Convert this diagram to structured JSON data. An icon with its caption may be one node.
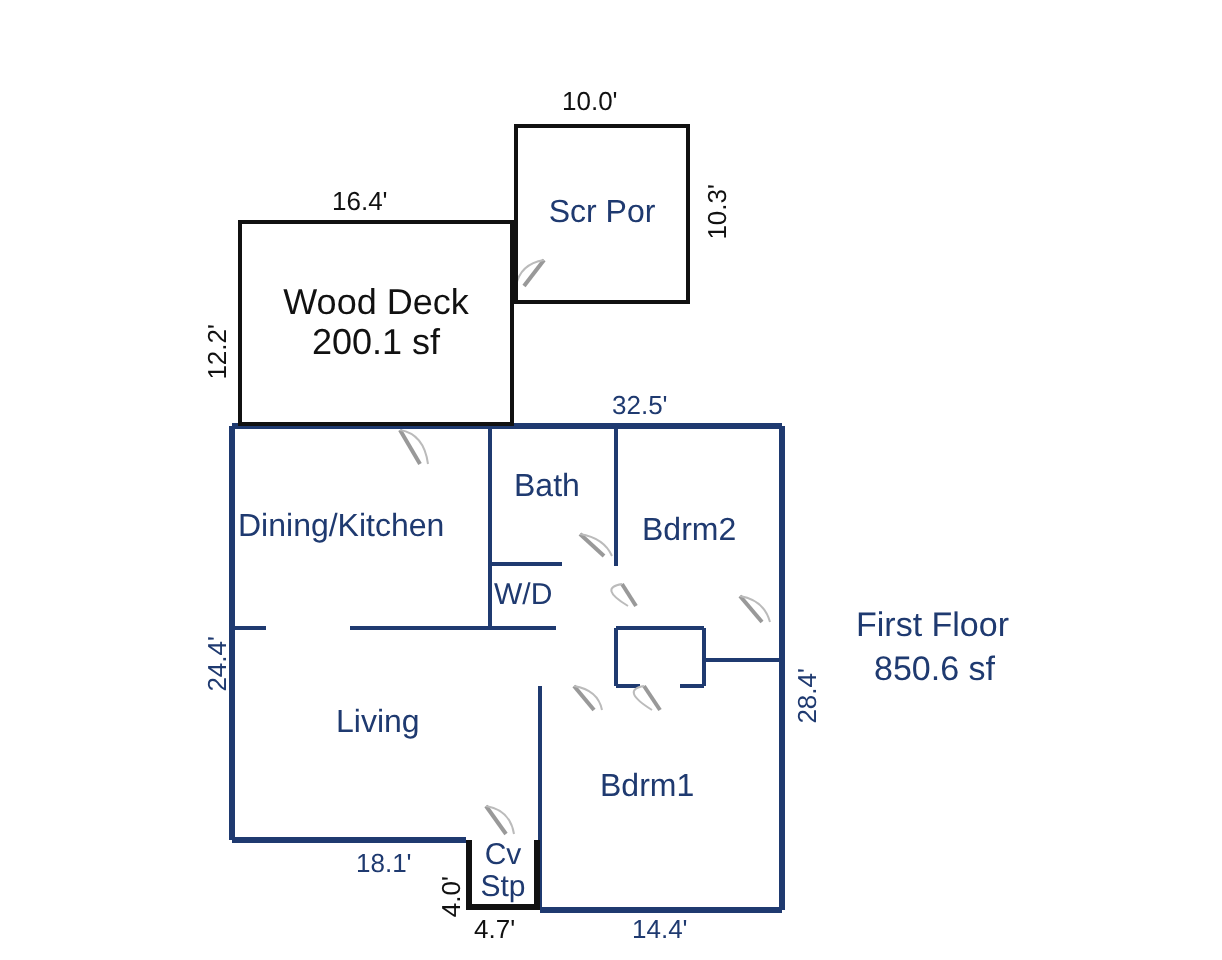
{
  "diagram": {
    "nodes": [
      {
        "text": [
          "Wood Deck",
          "200.1 sf"
        ]
      },
      {
        "text": [
          "Scr Por"
        ]
      },
      {
        "text": [
          "Cv Stp"
        ]
      }
    ],
    "edges": [],
    "labels": [
      "10.0'",
      "16.4'",
      "10.3'",
      "12.2'",
      "32.5'",
      "Bath",
      "Dining/Kitchen",
      "Bdrm2",
      "W/D",
      "24.4'",
      "First Floor",
      "850.6 sf",
      "28.4'",
      "Living",
      "Bdrm1",
      "18.1'",
      "4.0'",
      "4.7'",
      "14.4'"
    ]
  }
}
